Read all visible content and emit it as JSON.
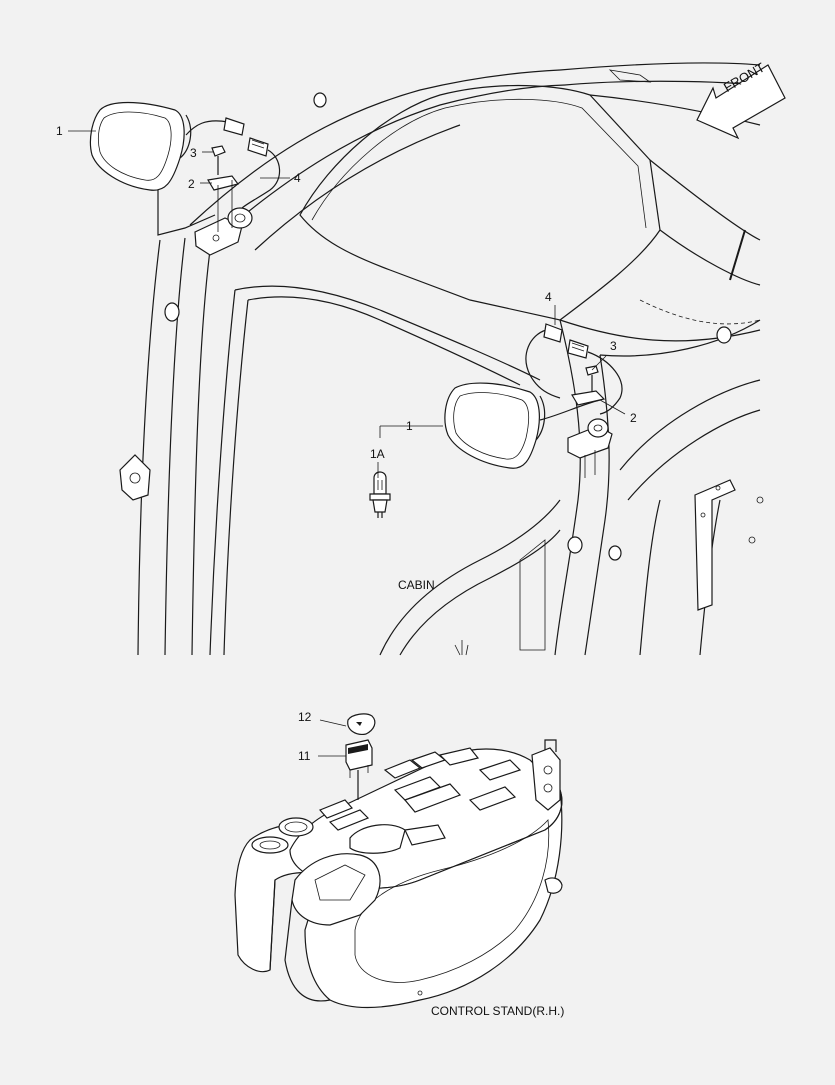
{
  "labels": {
    "l1_top": "1",
    "l3_top": "3",
    "l2_top": "2",
    "l4_top": "4",
    "l4_right": "4",
    "l3_right": "3",
    "l2_right": "2",
    "l1_mid": "1",
    "l1a": "1A",
    "l12": "12",
    "l11": "11"
  },
  "captions": {
    "front": "FRONT",
    "cabin": "CABIN",
    "control_stand": "CONTROL STAND(R.H.)"
  }
}
